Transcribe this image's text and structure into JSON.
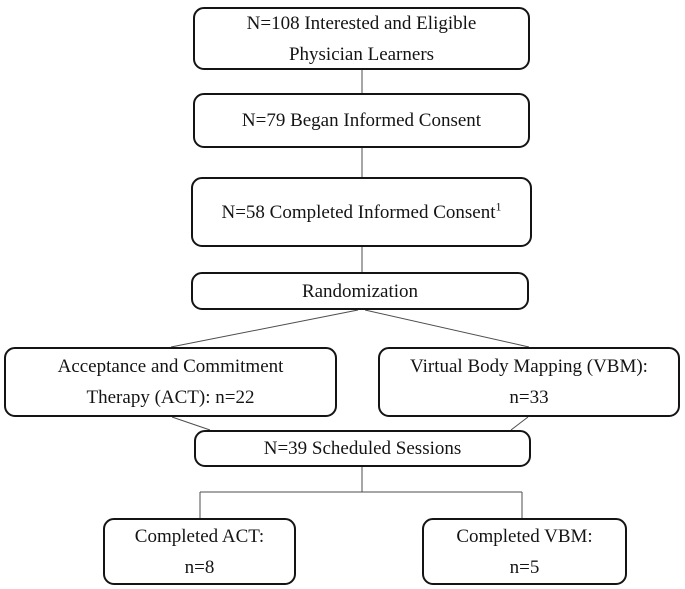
{
  "flowchart": {
    "nodes": {
      "eligible": {
        "line1": "N=108 Interested and Eligible",
        "line2": "Physician Learners"
      },
      "began_consent": {
        "line1": "N=79 Began Informed Consent"
      },
      "completed_consent": {
        "line1": "N=58 Completed Informed Consent",
        "footnote_superscript": "1"
      },
      "randomization": {
        "line1": "Randomization"
      },
      "act_arm": {
        "line1": "Acceptance and Commitment",
        "line2": "Therapy (ACT): n=22"
      },
      "vbm_arm": {
        "line1": "Virtual Body Mapping (VBM):",
        "line2": "n=33"
      },
      "scheduled_sessions": {
        "line1": "N=39 Scheduled Sessions"
      },
      "completed_act": {
        "line1": "Completed ACT:",
        "line2": "n=8"
      },
      "completed_vbm": {
        "line1": "Completed VBM:",
        "line2": "n=5"
      }
    },
    "colors": {
      "background": "#ffffff",
      "box_border": "#141414",
      "text": "#141414",
      "connector": "#4d4d4d"
    }
  }
}
